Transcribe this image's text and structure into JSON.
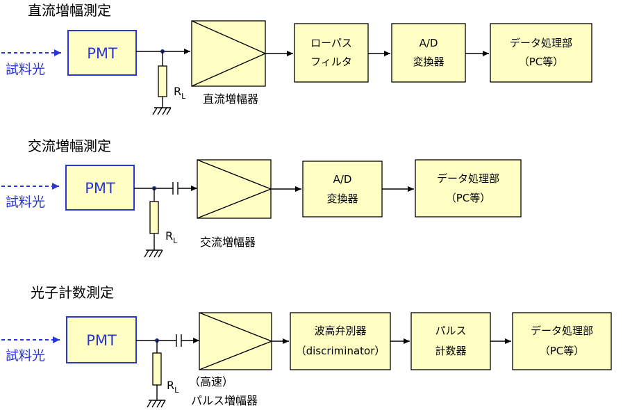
{
  "sections": [
    {
      "title": "直流増幅測定",
      "input_label": "試料光",
      "pmt_label": "PMT",
      "resistor_label": "R",
      "resistor_sub": "L",
      "amplifier_label": [
        "直流増幅器"
      ],
      "blocks": [
        {
          "lines": [
            "ローパス",
            "フィルタ"
          ]
        },
        {
          "lines": [
            "A/D",
            "変換器"
          ]
        },
        {
          "lines": [
            "データ処理部",
            "（PC等）"
          ]
        }
      ]
    },
    {
      "title": "交流増幅測定",
      "input_label": "試料光",
      "pmt_label": "PMT",
      "resistor_label": "R",
      "resistor_sub": "L",
      "amplifier_label": [
        "交流増幅器"
      ],
      "blocks": [
        {
          "lines": [
            "A/D",
            "変換器"
          ]
        },
        {
          "lines": [
            "データ処理部",
            "（PC等）"
          ]
        }
      ]
    },
    {
      "title": "光子計数測定",
      "input_label": "試料光",
      "pmt_label": "PMT",
      "resistor_label": "R",
      "resistor_sub": "L",
      "amplifier_label": [
        "（高速）",
        "パルス増幅器"
      ],
      "blocks": [
        {
          "lines": [
            "波高弁別器",
            "（discriminator）"
          ]
        },
        {
          "lines": [
            "パルス",
            "計数器"
          ]
        },
        {
          "lines": [
            "データ処理部",
            "（PC等）"
          ]
        }
      ]
    }
  ]
}
